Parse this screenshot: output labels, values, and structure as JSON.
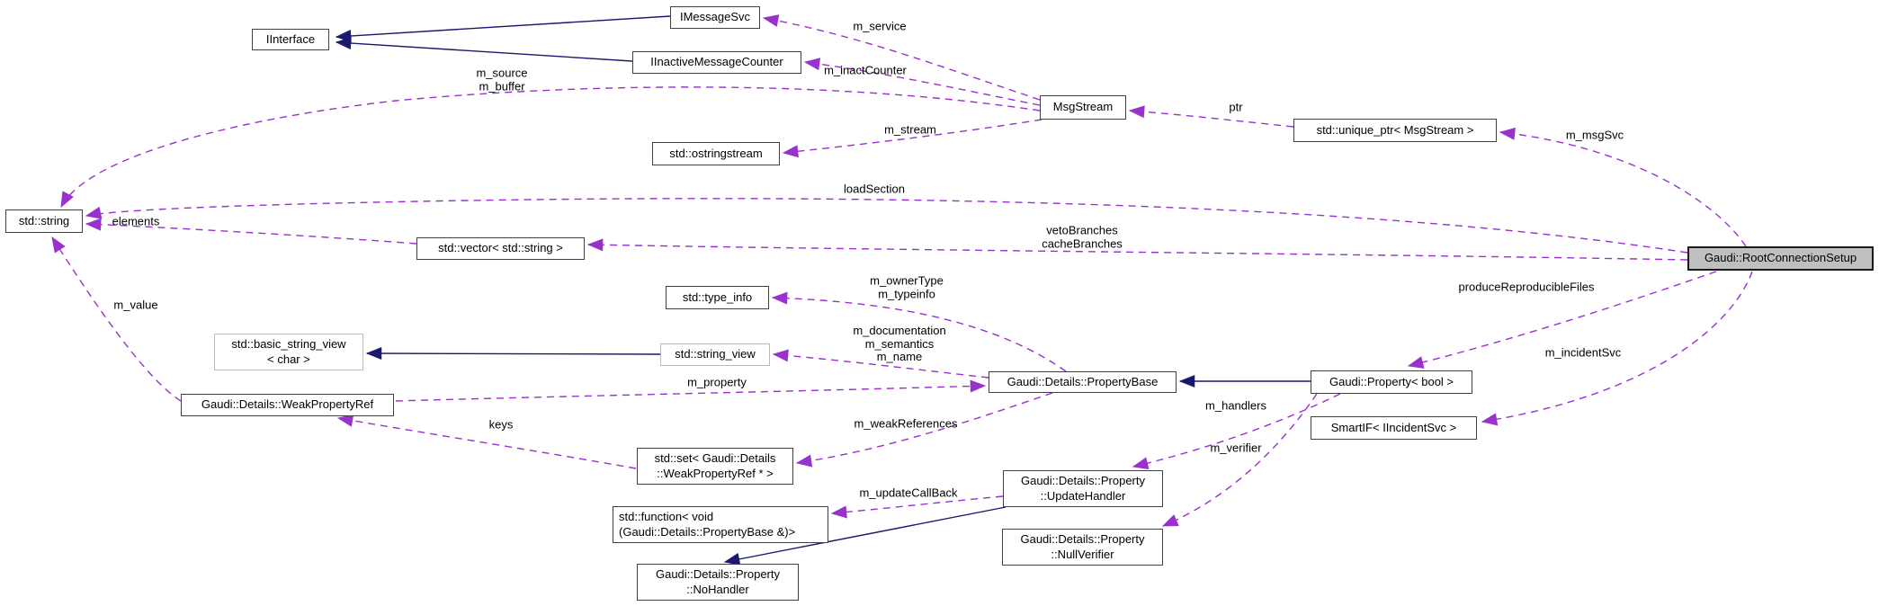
{
  "colors": {
    "inheritance_edge": "#191970",
    "usage_edge": "#9932cc",
    "node_border": "#404040",
    "external_node_border": "#bcbcbc",
    "node_background": "#ffffff",
    "highlighted_node_background": "#bfbfbf",
    "text": "#000000",
    "background": "#ffffff"
  },
  "nodes": [
    {
      "id": "iinterface",
      "label": "IInterface"
    },
    {
      "id": "imessagesvc",
      "label": "IMessageSvc"
    },
    {
      "id": "iinactivemessagecounter",
      "label": "IInactiveMessageCounter"
    },
    {
      "id": "msgstream",
      "label": "MsgStream"
    },
    {
      "id": "ostringstream",
      "label": "std::ostringstream"
    },
    {
      "id": "unique-ptr-msgstream",
      "label": "std::unique_ptr< MsgStream >"
    },
    {
      "id": "string",
      "label": "std::string"
    },
    {
      "id": "vector-string",
      "label": "std::vector< std::string >"
    },
    {
      "id": "type-info",
      "label": "std::type_info"
    },
    {
      "id": "basic-string-view",
      "label": "std::basic_string_view\n< char >"
    },
    {
      "id": "string-view",
      "label": "std::string_view"
    },
    {
      "id": "propertybase",
      "label": "Gaudi::Details::PropertyBase"
    },
    {
      "id": "property-bool",
      "label": "Gaudi::Property< bool >"
    },
    {
      "id": "smartif-iincidentsvc",
      "label": "SmartIF< IIncidentSvc >"
    },
    {
      "id": "weakpropertyref",
      "label": "Gaudi::Details::WeakPropertyRef"
    },
    {
      "id": "set-weakpropertyref",
      "label": "std::set< Gaudi::Details\n::WeakPropertyRef * >"
    },
    {
      "id": "updatehandler",
      "label": "Gaudi::Details::Property\n::UpdateHandler"
    },
    {
      "id": "function-void",
      "label": "std::function< void\n(Gaudi::Details::PropertyBase &)>"
    },
    {
      "id": "nullverifier",
      "label": "Gaudi::Details::Property\n::NullVerifier"
    },
    {
      "id": "nohandler",
      "label": "Gaudi::Details::Property\n::NoHandler"
    },
    {
      "id": "rootconnectionsetup",
      "label": "Gaudi::RootConnectionSetup"
    }
  ],
  "edge_labels": [
    {
      "id": "m-service",
      "text": "m_service"
    },
    {
      "id": "m-inactcounter",
      "text": "m_inactCounter"
    },
    {
      "id": "m-source-m-buffer",
      "text": "m_source\nm_buffer"
    },
    {
      "id": "ptr",
      "text": "ptr"
    },
    {
      "id": "m-msgsvc",
      "text": "m_msgSvc"
    },
    {
      "id": "m-stream",
      "text": "m_stream"
    },
    {
      "id": "loadsection",
      "text": "loadSection"
    },
    {
      "id": "elements",
      "text": "elements"
    },
    {
      "id": "vetobranches-cachebranches",
      "text": "vetoBranches\ncacheBranches"
    },
    {
      "id": "producereproduciblefiles",
      "text": "produceReproducibleFiles"
    },
    {
      "id": "m-ownertype-m-typeinfo",
      "text": "m_ownerType\nm_typeinfo"
    },
    {
      "id": "m-documentation-m-semantics-m-name",
      "text": "m_documentation\nm_semantics\nm_name"
    },
    {
      "id": "m-value",
      "text": "m_value"
    },
    {
      "id": "m-property",
      "text": "m_property"
    },
    {
      "id": "m-incidentsvc",
      "text": "m_incidentSvc"
    },
    {
      "id": "m-handlers",
      "text": "m_handlers"
    },
    {
      "id": "keys",
      "text": "keys"
    },
    {
      "id": "m-weakreferences",
      "text": "m_weakReferences"
    },
    {
      "id": "m-verifier",
      "text": "m_verifier"
    },
    {
      "id": "m-updatecallback",
      "text": "m_updateCallBack"
    }
  ],
  "edges": [
    {
      "from": "IMessageSvc",
      "to": "IInterface",
      "type": "inheritance"
    },
    {
      "from": "IInactiveMessageCounter",
      "to": "IInterface",
      "type": "inheritance"
    },
    {
      "from": "std::string_view",
      "to": "std::basic_string_view< char >",
      "type": "inheritance"
    },
    {
      "from": "Gaudi::Property< bool >",
      "to": "Gaudi::Details::PropertyBase",
      "type": "inheritance"
    },
    {
      "from": "Gaudi::Details::Property::UpdateHandler",
      "to": "Gaudi::Details::Property::NoHandler",
      "type": "inheritance"
    },
    {
      "from": "MsgStream",
      "to": "IMessageSvc",
      "label": "m_service",
      "type": "usage"
    },
    {
      "from": "MsgStream",
      "to": "IInactiveMessageCounter",
      "label": "m_inactCounter",
      "type": "usage"
    },
    {
      "from": "MsgStream",
      "to": "std::string",
      "label": "m_source\nm_buffer",
      "type": "usage"
    },
    {
      "from": "MsgStream",
      "to": "std::ostringstream",
      "label": "m_stream",
      "type": "usage"
    },
    {
      "from": "std::unique_ptr< MsgStream >",
      "to": "MsgStream",
      "label": "ptr",
      "type": "usage"
    },
    {
      "from": "Gaudi::RootConnectionSetup",
      "to": "std::unique_ptr< MsgStream >",
      "label": "m_msgSvc",
      "type": "usage"
    },
    {
      "from": "Gaudi::RootConnectionSetup",
      "to": "std::string",
      "label": "loadSection",
      "type": "usage"
    },
    {
      "from": "Gaudi::RootConnectionSetup",
      "to": "std::vector< std::string >",
      "label": "vetoBranches\ncacheBranches",
      "type": "usage"
    },
    {
      "from": "Gaudi::RootConnectionSetup",
      "to": "Gaudi::Property< bool >",
      "label": "produceReproducibleFiles",
      "type": "usage"
    },
    {
      "from": "Gaudi::RootConnectionSetup",
      "to": "SmartIF< IIncidentSvc >",
      "label": "m_incidentSvc",
      "type": "usage"
    },
    {
      "from": "std::vector< std::string >",
      "to": "std::string",
      "label": "elements",
      "type": "usage"
    },
    {
      "from": "Gaudi::Details::WeakPropertyRef",
      "to": "std::string",
      "label": "m_value",
      "type": "usage"
    },
    {
      "from": "Gaudi::Details::WeakPropertyRef",
      "to": "Gaudi::Details::PropertyBase",
      "label": "m_property",
      "type": "usage"
    },
    {
      "from": "Gaudi::Details::PropertyBase",
      "to": "std::type_info",
      "label": "m_ownerType\nm_typeinfo",
      "type": "usage"
    },
    {
      "from": "Gaudi::Details::PropertyBase",
      "to": "std::string_view",
      "label": "m_documentation\nm_semantics\nm_name",
      "type": "usage"
    },
    {
      "from": "Gaudi::Details::PropertyBase",
      "to": "std::set< Gaudi::Details::WeakPropertyRef * >",
      "label": "m_weakReferences",
      "type": "usage"
    },
    {
      "from": "std::set< Gaudi::Details::WeakPropertyRef * >",
      "to": "Gaudi::Details::WeakPropertyRef",
      "label": "keys",
      "type": "usage"
    },
    {
      "from": "Gaudi::Property< bool >",
      "to": "Gaudi::Details::Property::UpdateHandler",
      "label": "m_handlers",
      "type": "usage"
    },
    {
      "from": "Gaudi::Property< bool >",
      "to": "Gaudi::Details::Property::NullVerifier",
      "label": "m_verifier",
      "type": "usage"
    },
    {
      "from": "Gaudi::Details::Property::UpdateHandler",
      "to": "std::function< void (Gaudi::Details::PropertyBase &)>",
      "label": "m_updateCallBack",
      "type": "usage"
    }
  ]
}
